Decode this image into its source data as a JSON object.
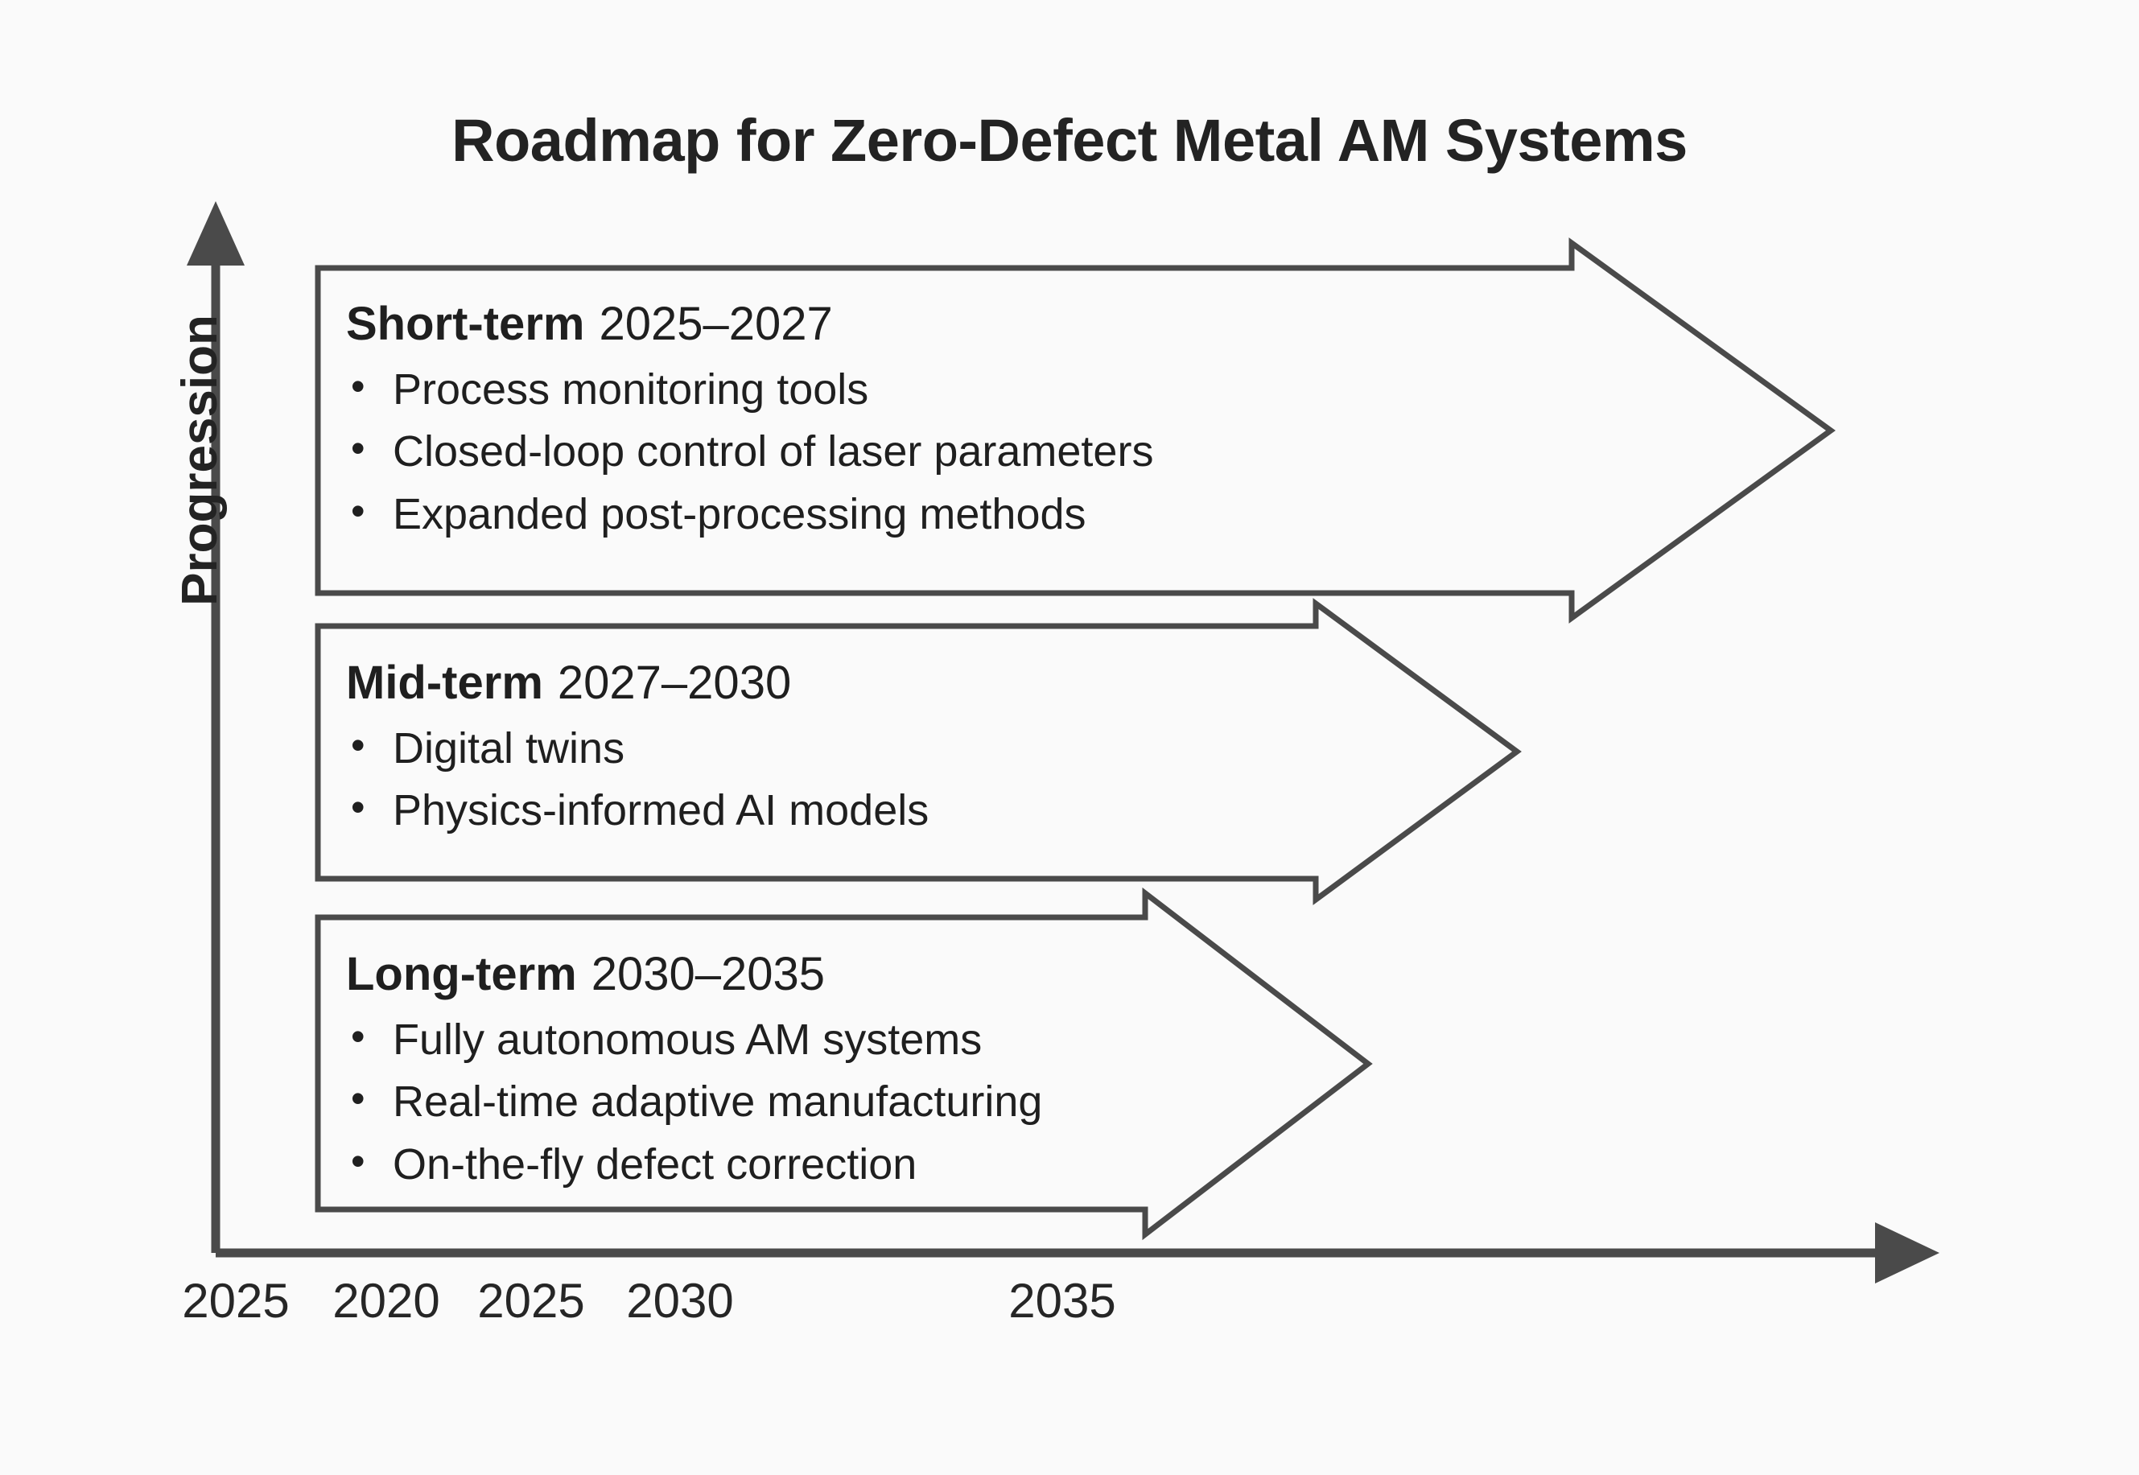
{
  "figure": {
    "title": "Roadmap for Zero-Defect Metal AM Systems",
    "background_color": "#fafafa",
    "line_color": "#4a4a4a",
    "text_color": "#1f1f1f"
  },
  "axes": {
    "y_label": "Progression",
    "x_label": "",
    "x_ticks": [
      "2025",
      "2020",
      "2025",
      "2030",
      "2035"
    ],
    "y_arrow": "up-arrow-icon",
    "x_arrow": "right-arrow-icon"
  },
  "chart_data": {
    "type": "timeline",
    "title": "Roadmap for Zero-Defect Metal AM Systems",
    "xlabel": "",
    "ylabel": "Progression",
    "xticklabels": [
      "2025",
      "2020",
      "2025",
      "2030",
      "2035"
    ],
    "grid": false,
    "legend": "none",
    "phases": [
      {
        "name": "Short-term",
        "range": "2025–2027",
        "start_year": 2025,
        "end_year": 2027,
        "level": 3,
        "items": [
          "Process monitoring tools",
          "Closed-loop control of laser parameters",
          "Expanded post-processing methods"
        ]
      },
      {
        "name": "Mid-term",
        "range": "2027–2030",
        "start_year": 2027,
        "end_year": 2030,
        "level": 2,
        "items": [
          "Digital twins",
          "Physics-informed AI models"
        ]
      },
      {
        "name": "Long-term",
        "range": "2030–2035",
        "start_year": 2030,
        "end_year": 2035,
        "level": 1,
        "items": [
          "Fully autonomous AM systems",
          "Real-time adaptive manufacturing",
          "On-the-fly defect correction"
        ]
      }
    ]
  },
  "tick_positions": [
    293,
    372,
    442,
    512,
    688
  ]
}
